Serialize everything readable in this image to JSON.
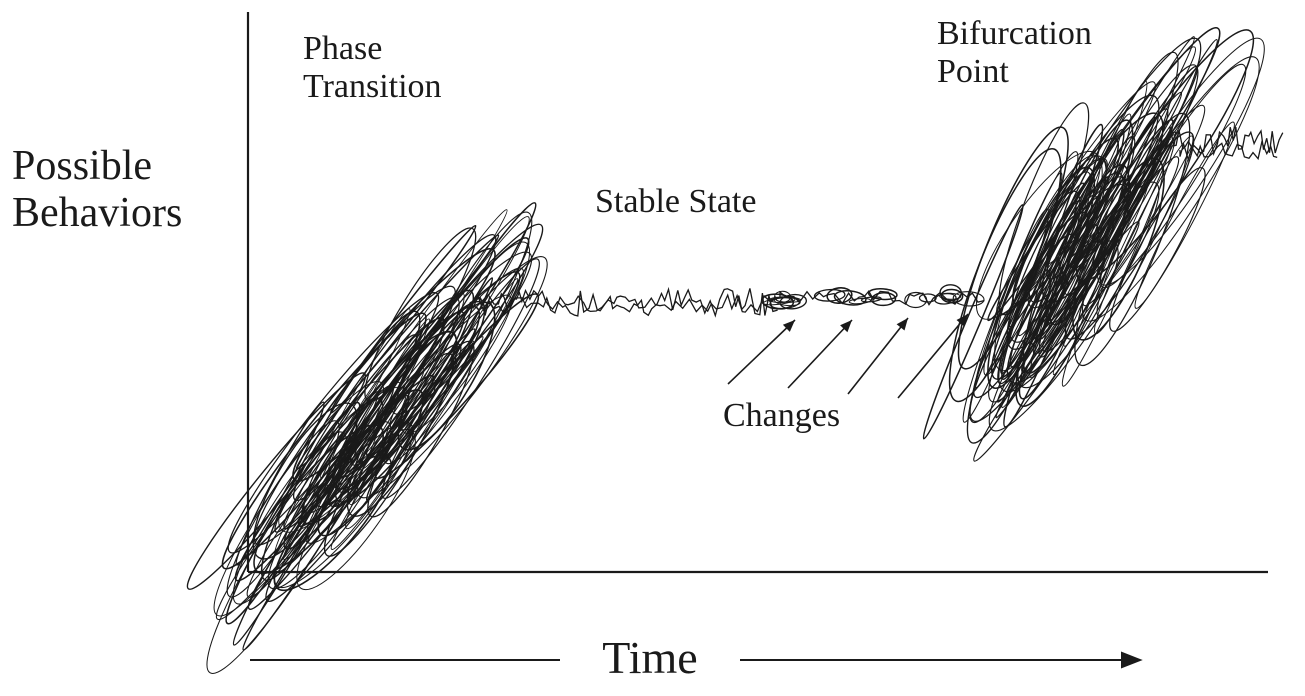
{
  "diagram": {
    "y_axis_label": "Possible\nBehaviors",
    "x_axis_label": "Time",
    "annotations": {
      "phase_transition": "Phase\nTransition",
      "bifurcation_point": "Bifurcation\nPoint",
      "stable_state": "Stable State",
      "changes": "Changes"
    },
    "regions": [
      "chaotic-start",
      "stable-state",
      "chaotic-end"
    ],
    "change_arrow_count": 4,
    "ink_color": "#1a1a1a"
  }
}
